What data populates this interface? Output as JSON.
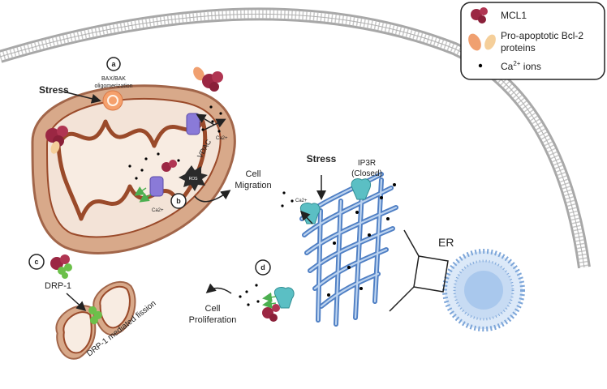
{
  "legend": {
    "mcl1": "MCL1",
    "pro_apoptotic_line1": "Pro-apoptotic Bcl-2",
    "pro_apoptotic_line2": "proteins",
    "ca_ions_prefix": "Ca",
    "ca_ions_sup": "2+",
    "ca_ions_suffix": " ions"
  },
  "labels": {
    "stress_mito": "Stress",
    "stress_er": "Stress",
    "marker_a": "a",
    "marker_b": "b",
    "marker_c": "c",
    "marker_d": "d",
    "bax_bak_line1": "BAX/BAK",
    "bax_bak_line2": "oligomerization",
    "vdac": "VDAC",
    "ros": "ROS",
    "ca_small_1": "Ca2+",
    "ca_small_2": "Ca2+",
    "ca_small_3": "Ca2+",
    "cell_migration_line1": "Cell",
    "cell_migration_line2": "Migration",
    "ip3r_line1": "IP3R",
    "ip3r_line2": "(Closed)",
    "er": "ER",
    "cell_proliferation_line1": "Cell",
    "cell_proliferation_line2": "Proliferation",
    "drp1": "DRP-1",
    "drp1_fission": "DRP-1 mediated fission"
  },
  "colors": {
    "mcl1": "#9b2743",
    "pro_apoptotic": "#f0a070",
    "mito_outer": "#c89070",
    "mito_inner": "#9a4a2a",
    "er": "#5b8cc8",
    "ip3r": "#5bbfc4",
    "vdac": "#8a7ad8",
    "drp1": "#6cc04a",
    "membrane": "#b8b8b8"
  }
}
